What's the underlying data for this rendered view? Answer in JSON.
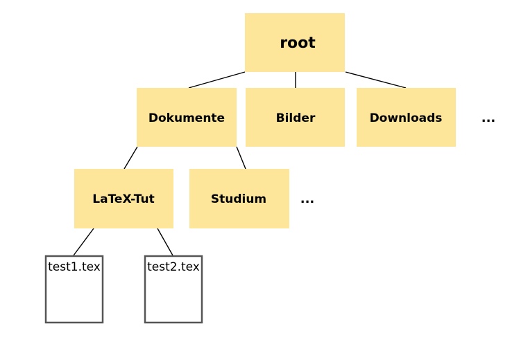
{
  "colors": {
    "folder_fill": "#fde59a",
    "file_border": "#555555",
    "edge": "#000000"
  },
  "tree": {
    "root": "root",
    "level1": {
      "dokumente": "Dokumente",
      "bilder": "Bilder",
      "downloads": "Downloads",
      "more": "..."
    },
    "level2": {
      "latex_tut": "LaTeX-Tut",
      "studium": "Studium",
      "more": "..."
    },
    "files": {
      "test1": "test1.tex",
      "test2": "test2.tex"
    }
  }
}
